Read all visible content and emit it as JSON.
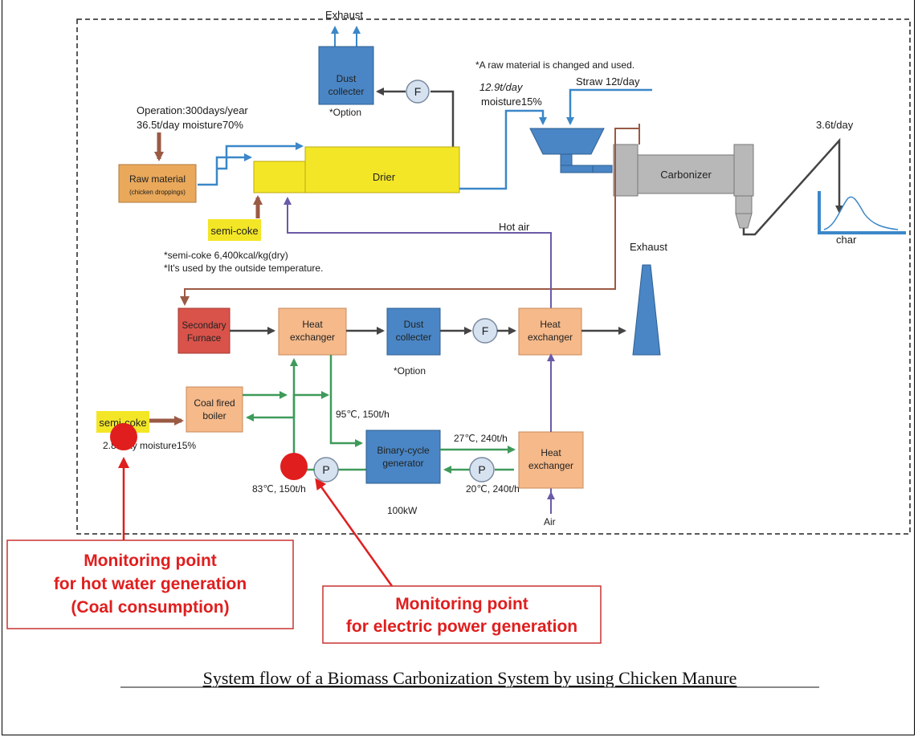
{
  "notes": {
    "raw_change": "*A raw material is changed and used.",
    "operation": "Operation:300days/year",
    "raw_input": "36.5t/day  moisture70%",
    "straw_flow": "12.9t/day",
    "straw_moisture": "moisture15%",
    "straw": "Straw  12t/day",
    "semi_coke_cal": "*semi-coke 6,400kcal/kg(dry)",
    "outside_temp": "*It's used by the outside temperature.",
    "char_rate": "3.6t/day",
    "coal_feed": "2.8t/day  moisture15%",
    "hot_water": "95℃, 150t/h",
    "cool_water": "27℃, 240t/h",
    "return_water": "83℃, 150t/h",
    "cold_water": "20℃, 240t/h",
    "power": "100kW",
    "exhaust_top": "Exhaust",
    "exhaust_mid": "Exhaust",
    "hot_air": "Hot air",
    "air": "Air",
    "char": "char",
    "option_top": "*Option",
    "option_mid": "*Option"
  },
  "components": {
    "dust_top_1": "Dust",
    "dust_top_2": "collecter",
    "fan_top": "F",
    "raw_1": "Raw material",
    "raw_2": "(chicken droppings)",
    "drier": "Drier",
    "semi_coke_top": "semi-coke",
    "carbonizer": "Carbonizer",
    "secondary_1": "Secondary",
    "secondary_2": "Furnace",
    "hx1_1": "Heat",
    "hx1_2": "exchanger",
    "dust_mid_1": "Dust",
    "dust_mid_2": "collecter",
    "fan_mid": "F",
    "hx2_1": "Heat",
    "hx2_2": "exchanger",
    "boiler_1": "Coal fired",
    "boiler_2": "boiler",
    "semi_coke_bottom": "semi-coke",
    "binary_1": "Binary-cycle",
    "binary_2": "generator",
    "pump_left": "P",
    "pump_right": "P",
    "hx3_1": "Heat",
    "hx3_2": "exchanger"
  },
  "monitoring": {
    "hot_water_1": "Monitoring point",
    "hot_water_2": "for hot water generation",
    "hot_water_3": "(Coal consumption)",
    "power_1": "Monitoring point",
    "power_2": "for electric power generation"
  },
  "caption": "System flow of a Biomass Carbonization System by using Chicken Manure",
  "colors": {
    "blue_box": "#4a86c5",
    "orange_box": "#f5b98a",
    "yellow_box": "#f3e626",
    "grey_box": "#b8b8b8",
    "red_box": "#d9534a",
    "raw_box": "#e9a85a",
    "blue_line": "#3b87c8",
    "green_line": "#3f9a5a",
    "brown_line": "#9a5a44",
    "purple_line": "#6a5aa8",
    "dark_line": "#444444",
    "monitor_red": "#e01e1e"
  }
}
